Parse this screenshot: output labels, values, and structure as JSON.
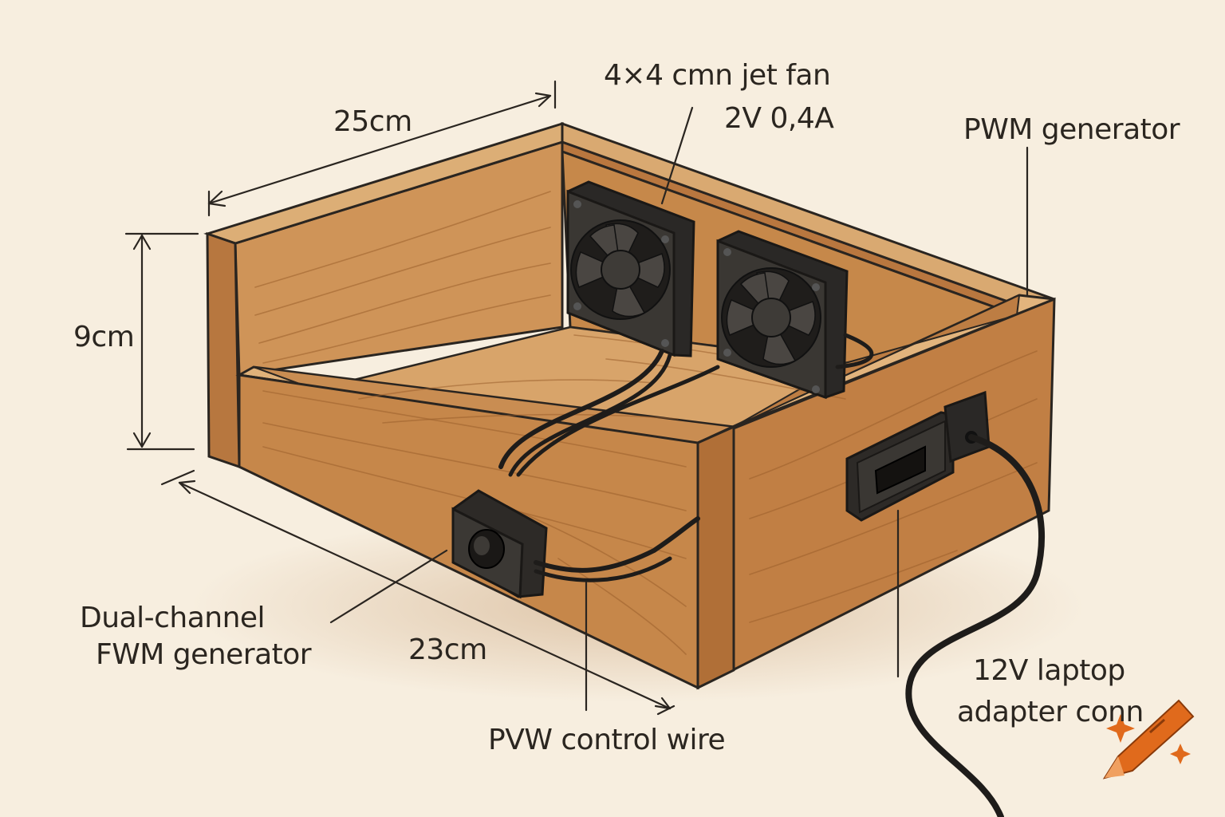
{
  "colors": {
    "background": "#f7eedf",
    "wood_light": "#d49a5e",
    "wood_mid": "#c6884a",
    "wood_dark": "#a9693a",
    "wood_inner": "#d7a468",
    "fan_body": "#2c2a28",
    "ink": "#2a2520",
    "logo": "#e06a1c"
  },
  "labels": {
    "dim_width": "25cm",
    "dim_height": "9cm",
    "dim_depth": "23cm",
    "fan_line1": "4×4 cmn jet fan",
    "fan_line2": "2V 0,4A",
    "pwm_generator": "PWM generator",
    "dual_line1": "Dual-channel",
    "dual_line2": "FWM generator",
    "control_wire": "PVW control wire",
    "adapter_line1": "12V laptop",
    "adapter_line2": "adapter conn"
  },
  "icons": {
    "fans": "cooling-fan-icon",
    "knob": "pwm-knob-icon",
    "switch": "rocker-switch-icon",
    "logo": "crayon-logo-icon"
  }
}
